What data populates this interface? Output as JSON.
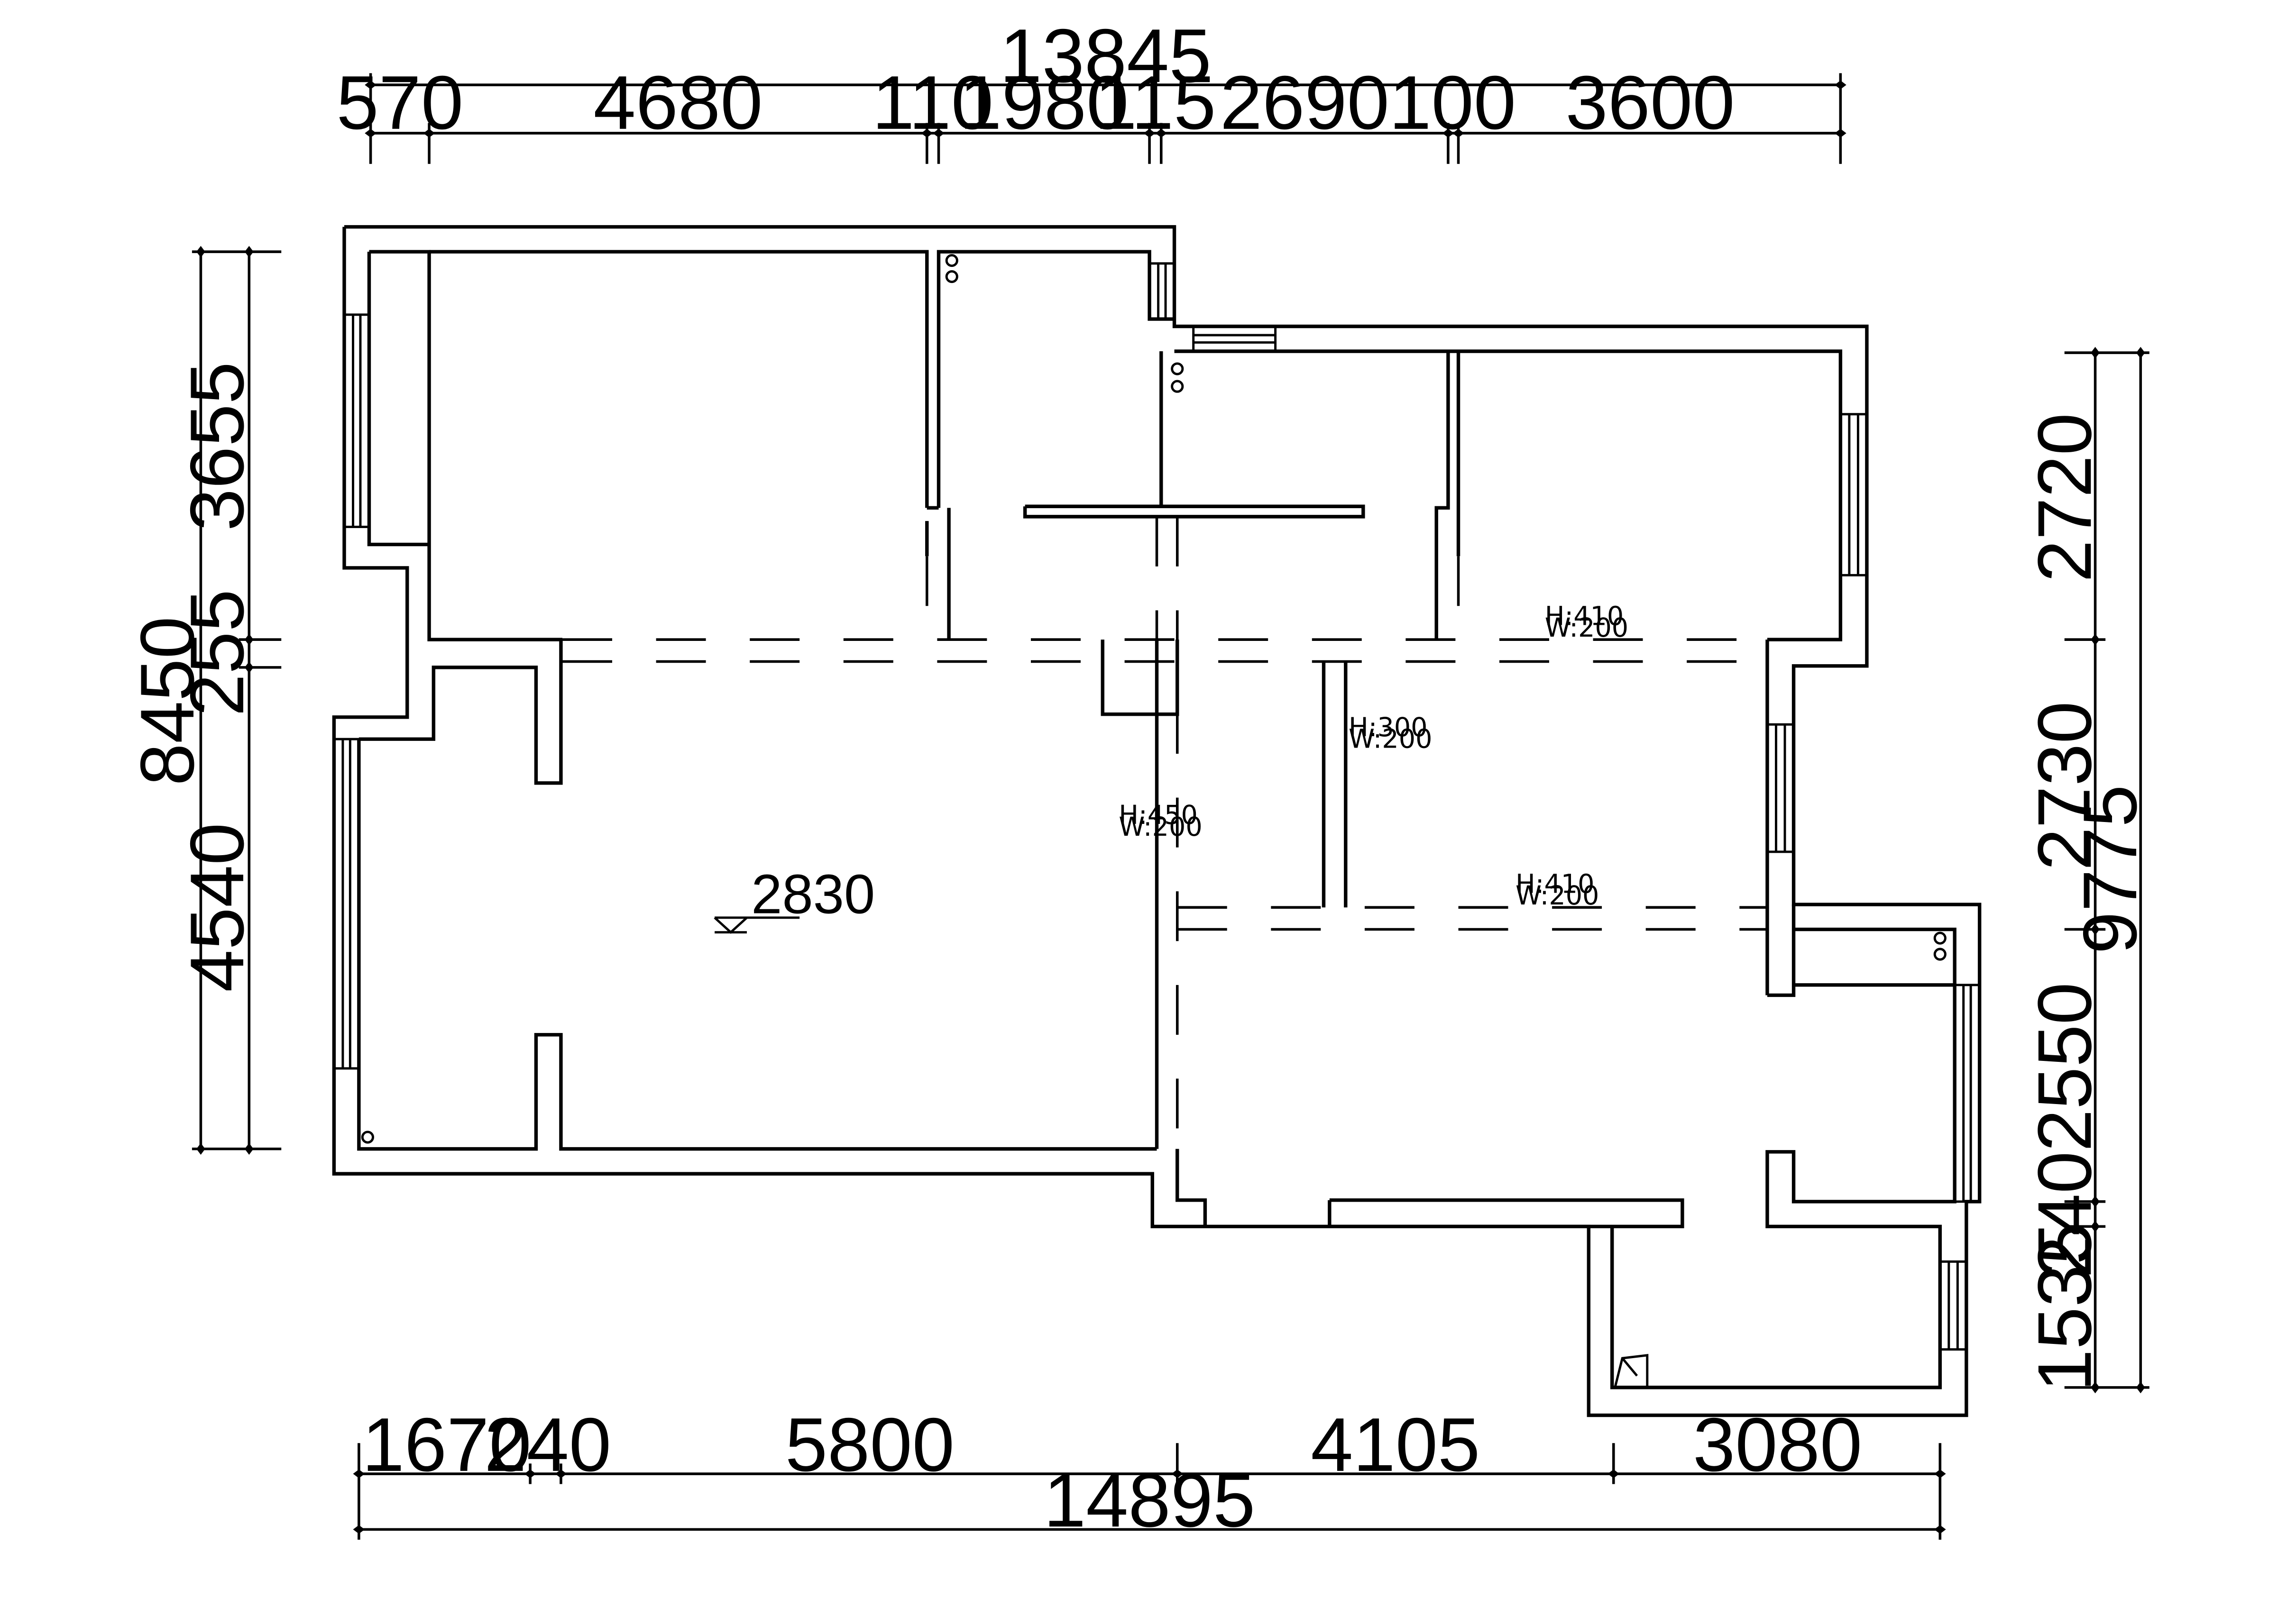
{
  "dimensions": {
    "top_total": "13845",
    "top_segments": [
      "570",
      "4680",
      "110",
      "1980",
      "115",
      "2690",
      "100",
      "3600"
    ],
    "bottom_segments": [
      "1670",
      "240",
      "5800",
      "4105",
      "3080"
    ],
    "bottom_total": "14895",
    "left_segments": [
      "3655",
      "255",
      "4540"
    ],
    "left_total": "8450",
    "right_segments": [
      "2720",
      "2730",
      "2550",
      "240",
      "1535"
    ],
    "right_total": "9775"
  },
  "beam_labels": {
    "beam_1": {
      "h": "H:410",
      "w": "W:200"
    },
    "beam_2": {
      "h": "H:300",
      "w": "W:200"
    },
    "beam_3": {
      "h": "H:450",
      "w": "W:200"
    },
    "beam_4": {
      "h": "H:410",
      "w": "W:200"
    }
  },
  "ceiling_level": "2830"
}
